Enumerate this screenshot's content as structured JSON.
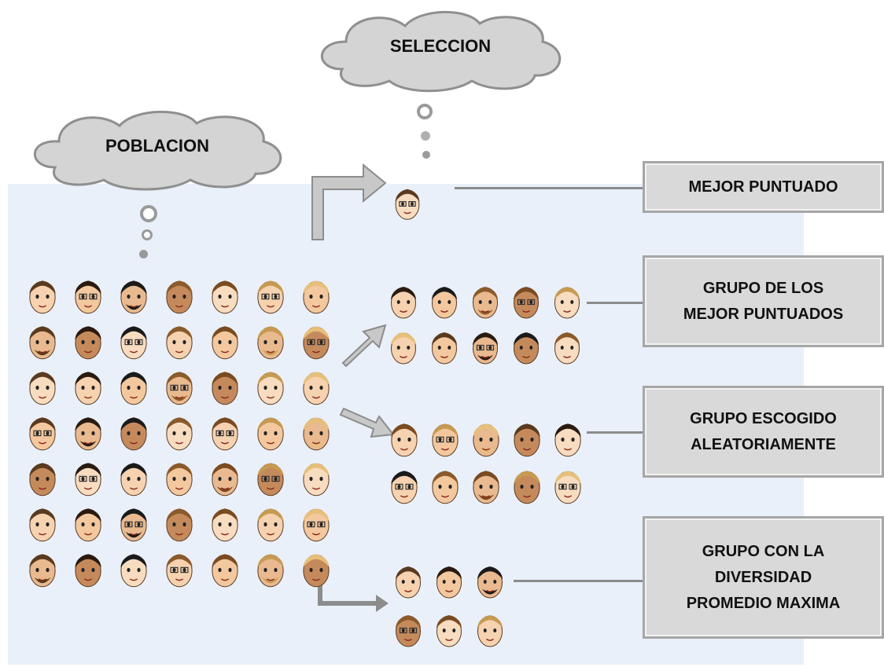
{
  "clouds": {
    "seleccion": "SELECCION",
    "poblacion": "POBLACION"
  },
  "labels": {
    "best": "MEJOR PUNTUADO",
    "top_group": "GRUPO DE LOS\nMEJOR PUNTUADOS",
    "random_group": "GRUPO  ESCOGIDO\nALEATORIAMENTE",
    "diverse_group": "GRUPO  CON LA\nDIVERSIDAD\nPROMEDIO MAXIMA"
  },
  "colors": {
    "panel": "#e9f0f9",
    "cloud": "#d4d4d4",
    "label_box": "#d9d9d9",
    "arrow": "#bfbfbf"
  },
  "icons": {
    "avatar": "mii-face-icon",
    "cloud": "thought-cloud-icon",
    "arrow": "block-arrow-icon"
  }
}
